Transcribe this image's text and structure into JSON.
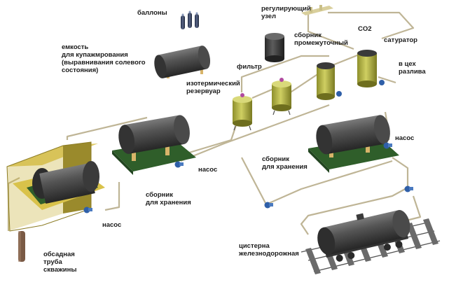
{
  "labels": {
    "cylinders": "баллоны",
    "regulator": "регулирующий\nузел",
    "co2": "CO2",
    "intermediate_collector": "сборник\nпромежуточный",
    "saturator": "сатуратор",
    "to_bottling": "в цех\nразлива",
    "blending_tank": "емкость\nдля купажмрования\n(выравнивания солевого\nсостояния)",
    "filter": "фильтр",
    "isothermal_tank": "изотермический\nрезервуар",
    "pump_right": "насос",
    "storage_collector_right": "сборник\nдля хранения",
    "pump_middle": "насос",
    "storage_collector_left": "сборник\nдля хранения",
    "pump_left": "насос",
    "casing_pipe": "обсадная\nтруба\nскважины",
    "rail_tank": "цистерна\nжелезнодорожная"
  },
  "colors": {
    "tank_body": "#4a4a4a",
    "platform": "#2f5e2a",
    "support_wood": "#d8b46a",
    "pipe": "#bfb596",
    "pump": "#2f5fa8",
    "column": "#b5b544",
    "shed": "#c9b23a"
  }
}
